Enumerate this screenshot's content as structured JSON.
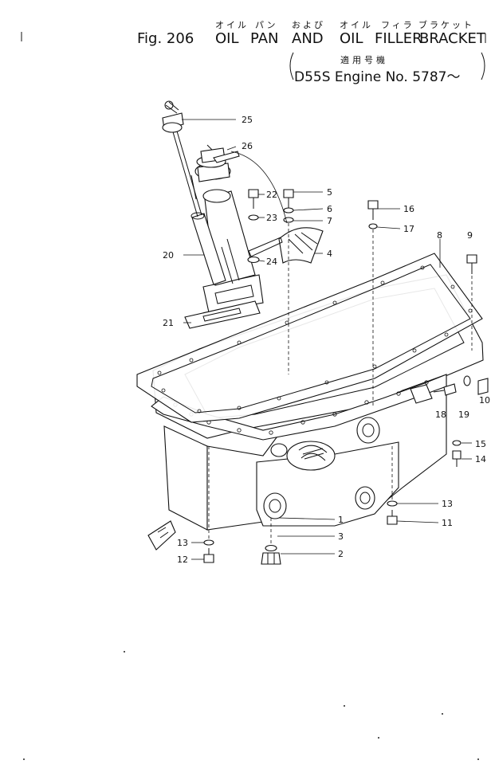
{
  "header": {
    "jp_words": [
      "オイル",
      "パン",
      "および",
      "オイル",
      "フィラ",
      "ブラケット"
    ],
    "fig_label": "Fig. 206",
    "title_words": [
      "OIL",
      "PAN",
      "AND",
      "OIL",
      "FILLER",
      "BRACKET"
    ],
    "applicable_jp": "適用号機",
    "applicable_text": "D55S Engine No. 5787～"
  },
  "callouts": {
    "n1": "1",
    "n2": "2",
    "n3": "3",
    "n4": "4",
    "n5": "5",
    "n6": "6",
    "n7": "7",
    "n8": "8",
    "n9": "9",
    "n10": "10",
    "n11": "11",
    "n12": "12",
    "n13a": "13",
    "n13b": "13",
    "n14": "14",
    "n15": "15",
    "n16": "16",
    "n17": "17",
    "n18": "18",
    "n19": "19",
    "n20": "20",
    "n21": "21",
    "n22": "22",
    "n23": "23",
    "n24": "24",
    "n25": "25",
    "n26": "26"
  }
}
